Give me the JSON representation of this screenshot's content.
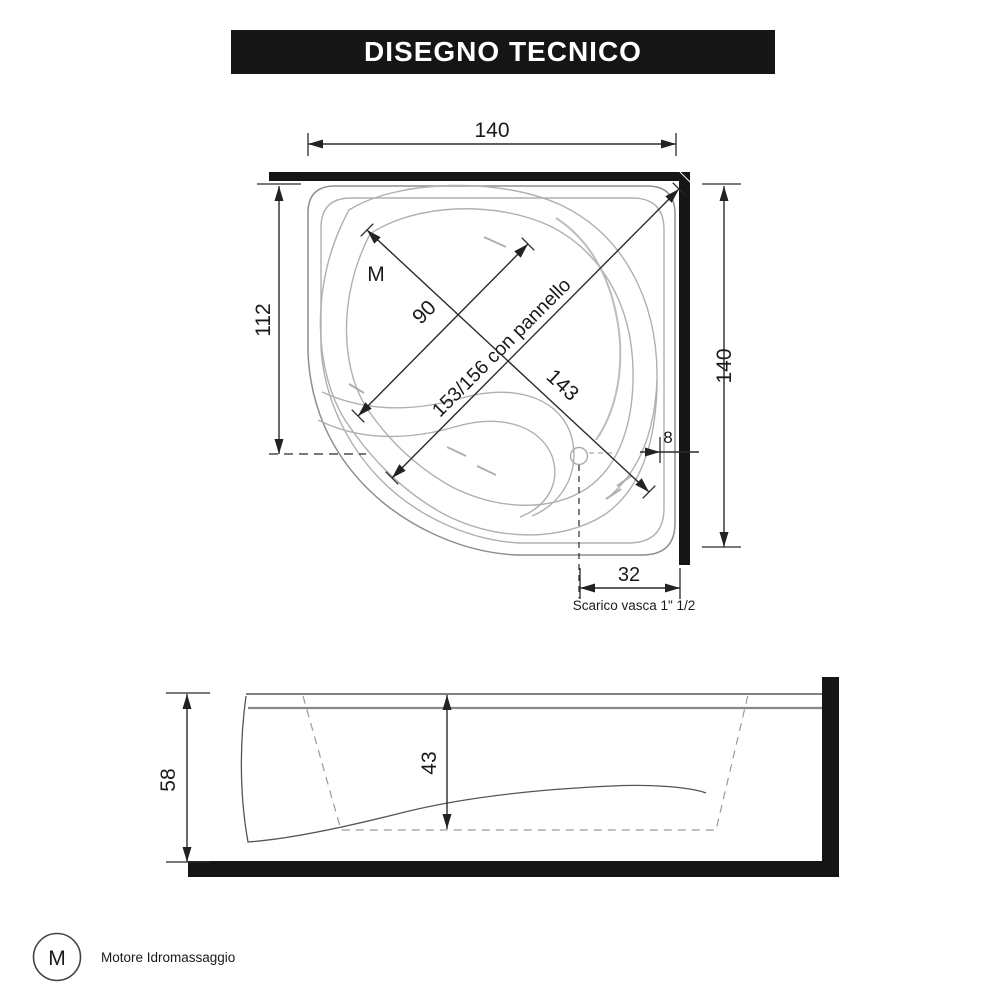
{
  "title": "DISEGNO TECNICO",
  "plan": {
    "width_top": "140",
    "height_left": "112",
    "height_right": "140",
    "basin_width": "90",
    "diagonal_panel": "153/156 con pannello",
    "diagonal_basin": "143",
    "wall_gap": "8",
    "drain_offset": "32",
    "drain_label": "Scarico vasca 1\" 1/2",
    "motor_mark": "M"
  },
  "side": {
    "height_total": "58",
    "depth_inner": "43"
  },
  "legend": {
    "symbol": "M",
    "label": "Motore Idromassaggio"
  },
  "colors": {
    "ink": "#1a1a1a",
    "wall": "#151515",
    "curve": "#b0b0b0",
    "dimension": "#2a2a2a"
  }
}
